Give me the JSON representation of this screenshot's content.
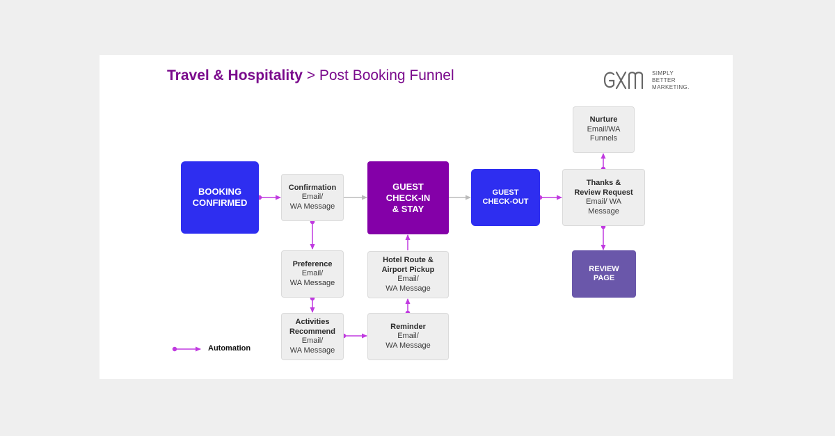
{
  "title": {
    "bold": "Travel & Hospitality",
    "rest": " > Post Booking Funnel"
  },
  "logo": {
    "mark": "GXM",
    "tagline": "SIMPLY\nBETTER\nMARKETING."
  },
  "nodes": {
    "booking": {
      "label": "BOOKING\nCONFIRMED"
    },
    "confirmation": {
      "head": "Confirmation",
      "body": "Email/\nWA Message"
    },
    "preference": {
      "head": "Preference",
      "body": "Email/\nWA Message"
    },
    "activities": {
      "head": "Activities\nRecommend",
      "body": "Email/\nWA Message"
    },
    "reminder": {
      "head": "Reminder",
      "body": "Email/\nWA Message"
    },
    "hotel": {
      "head": "Hotel Route &\nAirport Pickup",
      "body": "Email/\nWA Message"
    },
    "checkin": {
      "label": "GUEST\nCHECK-IN\n& STAY"
    },
    "checkout": {
      "label": "GUEST\nCHECK-OUT"
    },
    "thanks": {
      "head": "Thanks &\nReview Request",
      "body": "Email/ WA\nMessage"
    },
    "nurture": {
      "head": "Nurture",
      "body": "Email/WA\nFunnels"
    },
    "review": {
      "label": "REVIEW\nPAGE"
    }
  },
  "legend": {
    "label": "Automation"
  },
  "colors": {
    "accent": "#c03ae0",
    "gray_arrow": "#bbbbbb",
    "blue": "#2e2ef0",
    "purple": "#8400a8",
    "violet": "#6a57aa",
    "title": "#7a0a8c"
  }
}
